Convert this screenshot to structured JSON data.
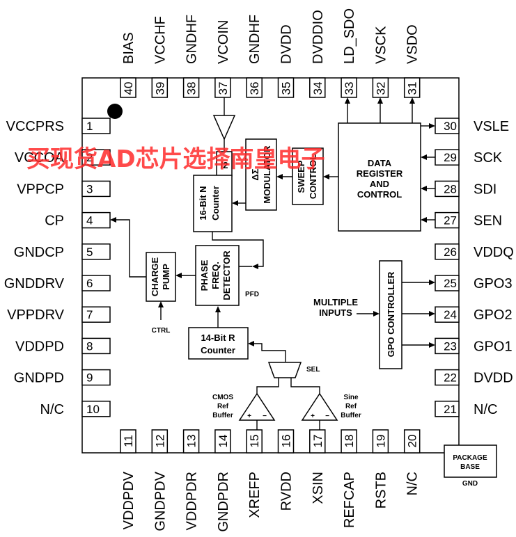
{
  "pins_top": [
    {
      "num": "40",
      "name": "BIAS"
    },
    {
      "num": "39",
      "name": "VCCHF"
    },
    {
      "num": "38",
      "name": "GNDHF"
    },
    {
      "num": "37",
      "name": "VCOIN"
    },
    {
      "num": "36",
      "name": "GNDHF"
    },
    {
      "num": "35",
      "name": "DVDD"
    },
    {
      "num": "34",
      "name": "DVDDIO"
    },
    {
      "num": "33",
      "name": "LD_SDO"
    },
    {
      "num": "32",
      "name": "VSCK"
    },
    {
      "num": "31",
      "name": "VSDO"
    }
  ],
  "pins_left": [
    {
      "num": "1",
      "name": "VCCPRS"
    },
    {
      "num": "2",
      "name": "VCCOA"
    },
    {
      "num": "3",
      "name": "VPPCP"
    },
    {
      "num": "4",
      "name": "CP"
    },
    {
      "num": "5",
      "name": "GNDCP"
    },
    {
      "num": "6",
      "name": "GNDDRV"
    },
    {
      "num": "7",
      "name": "VPPDRV"
    },
    {
      "num": "8",
      "name": "VDDPD"
    },
    {
      "num": "9",
      "name": "GNDPD"
    },
    {
      "num": "10",
      "name": "N/C"
    }
  ],
  "pins_bottom": [
    {
      "num": "11",
      "name": "VDDPDV"
    },
    {
      "num": "12",
      "name": "GNDPDV"
    },
    {
      "num": "13",
      "name": "VDDPDR"
    },
    {
      "num": "14",
      "name": "GNDPDR"
    },
    {
      "num": "15",
      "name": "XREFP"
    },
    {
      "num": "16",
      "name": "RVDD"
    },
    {
      "num": "17",
      "name": "XSIN"
    },
    {
      "num": "18",
      "name": "REFCAP"
    },
    {
      "num": "19",
      "name": "RSTB"
    },
    {
      "num": "20",
      "name": "N/C"
    }
  ],
  "pins_right": [
    {
      "num": "30",
      "name": "VSLE"
    },
    {
      "num": "29",
      "name": "SCK"
    },
    {
      "num": "28",
      "name": "SDI"
    },
    {
      "num": "27",
      "name": "SEN"
    },
    {
      "num": "26",
      "name": "VDDQ"
    },
    {
      "num": "25",
      "name": "GPO3"
    },
    {
      "num": "24",
      "name": "GPO2"
    },
    {
      "num": "23",
      "name": "GPO1"
    },
    {
      "num": "22",
      "name": "DVDD"
    },
    {
      "num": "21",
      "name": "N/C"
    }
  ],
  "blocks": {
    "data_register": [
      "DATA",
      "REGISTER",
      "AND",
      "CONTROL"
    ],
    "sweep_control": [
      "SWEEP",
      "CONTROL"
    ],
    "modulator": "MODULATOR",
    "modulator_symbol": "ΔΣ",
    "n_counter": [
      "16-Bit N",
      "Counter"
    ],
    "divide_by_two": "/2",
    "pfd": [
      "PHASE",
      "FREQ.",
      "DETECTOR"
    ],
    "pfd_label": "PFD",
    "charge_pump": [
      "CHARGE",
      "PUMP"
    ],
    "ctrl_label": "CTRL",
    "r_counter": [
      "14-Bit R",
      "Counter"
    ],
    "sel_label": "SEL",
    "gpo_controller": "GPO CONTROLLER",
    "multiple_inputs": [
      "MULTIPLE",
      "INPUTS"
    ],
    "cmos_buffer": [
      "CMOS",
      "Ref",
      "Buffer"
    ],
    "sine_buffer": [
      "Sine",
      "Ref",
      "Buffer"
    ],
    "plus": "+",
    "minus": "−",
    "package_base": [
      "PACKAGE",
      "BASE"
    ],
    "gnd_label": "GND"
  },
  "watermark": "买现货AD芯片选择南皇电子"
}
